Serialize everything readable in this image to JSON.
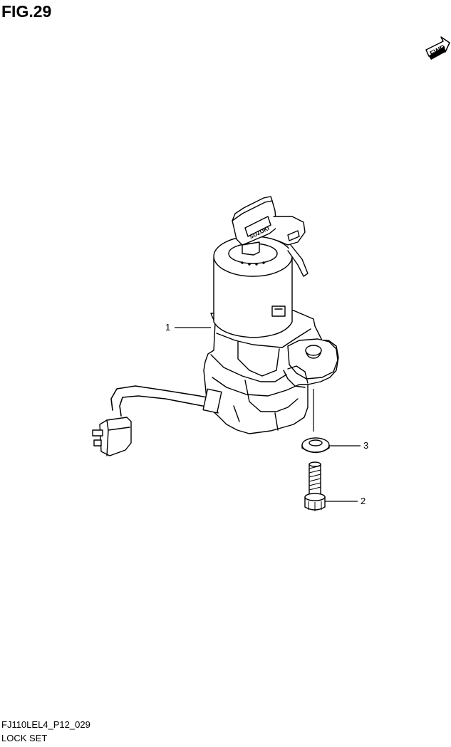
{
  "figure": {
    "title": "FIG.29",
    "direction_label": "FWD"
  },
  "callouts": [
    {
      "number": "1",
      "part": "lock-set-assembly"
    },
    {
      "number": "2",
      "part": "bolt"
    },
    {
      "number": "3",
      "part": "washer"
    }
  ],
  "key_logo": "SUZUKI",
  "footer": {
    "code": "FJ110LEL4_P12_029",
    "name": "LOCK SET"
  }
}
